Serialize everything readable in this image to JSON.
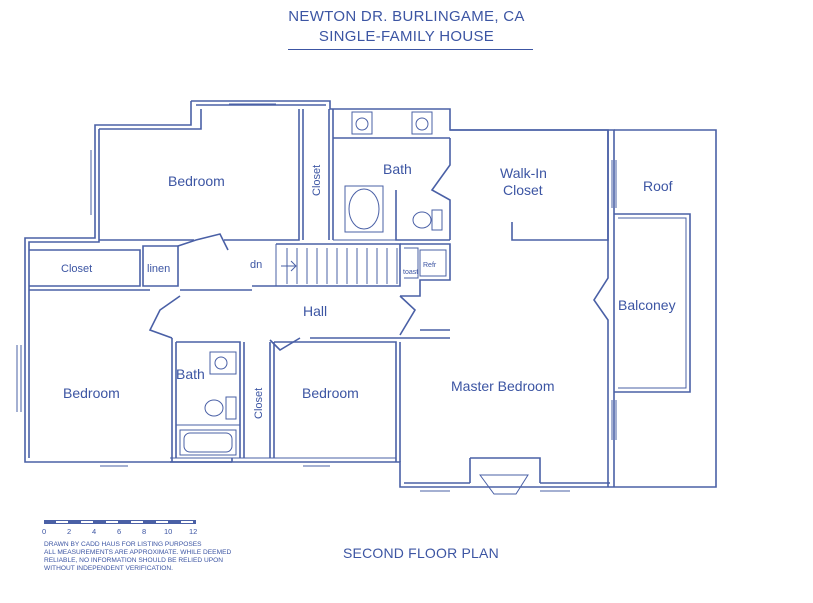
{
  "header": {
    "line1": "NEWTON DR.  BURLINGAME, CA",
    "line2": "SINGLE-FAMILY HOUSE"
  },
  "rooms": {
    "bedroom_top": "Bedroom",
    "closet_vertical_top": "Closet",
    "bath_top": "Bath",
    "walkin_line1": "Walk-In",
    "walkin_line2": "Closet",
    "roof": "Roof",
    "closet_left": "Closet",
    "linen": "linen",
    "dn": "dn",
    "refr": "Refr",
    "toast": "toast",
    "hall": "Hall",
    "balcony": "Balconey",
    "bedroom_left": "Bedroom",
    "bath_small": "Bath",
    "closet_vertical_bottom": "Closet",
    "bedroom_middle": "Bedroom",
    "master_bedroom": "Master Bedroom"
  },
  "scale": {
    "ticks": [
      "0",
      "2",
      "4",
      "6",
      "8",
      "10",
      "12"
    ]
  },
  "disclaimer": {
    "line1": "DRAWN BY CADD HAUS FOR LISTING PURPOSES",
    "line2": "ALL MEASUREMENTS ARE APPROXIMATE. WHILE DEEMED",
    "line3": "RELIABLE, NO INFORMATION SHOULD BE RELIED UPON",
    "line4": "WITHOUT INDEPENDENT VERIFICATION."
  },
  "footer": {
    "plan_title": "SECOND FLOOR PLAN"
  }
}
